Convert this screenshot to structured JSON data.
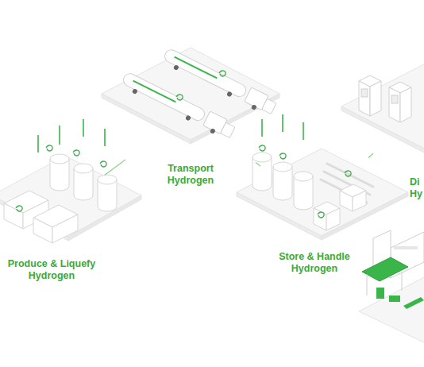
{
  "diagram": {
    "nodes": [
      {
        "text": [
          "Produce & Liquefy Hydrogen"
        ]
      },
      {
        "text": [
          "Transport Hydrogen"
        ]
      },
      {
        "text": [
          "Store & Handle Hydrogen"
        ]
      },
      {
        "text": [
          "Di Hy"
        ]
      }
    ],
    "edges": [
      {
        "from": 0,
        "to": 1,
        "arrow": "none"
      },
      {
        "from": 1,
        "to": 2,
        "arrow": "none"
      },
      {
        "from": 2,
        "to": 3,
        "arrow": "none"
      }
    ]
  }
}
